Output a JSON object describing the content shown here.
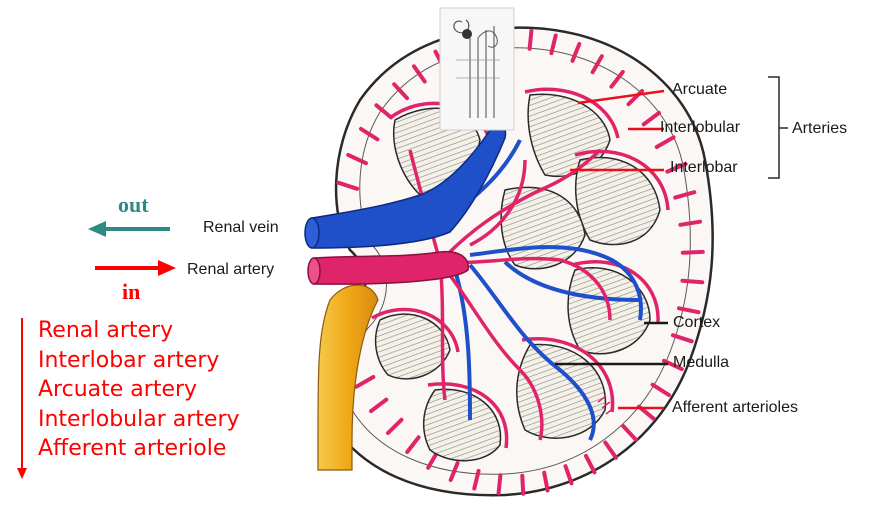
{
  "flow": {
    "out_label": "out",
    "in_label": "in",
    "out_color": "#2e8b84",
    "in_color": "#ff0000"
  },
  "vessel_labels": {
    "renal_vein": "Renal vein",
    "renal_artery": "Renal artery"
  },
  "right_labels": {
    "arcuate": "Arcuate",
    "interlobular": "Interlobular",
    "interlobar": "Interlobar",
    "arteries_group": "Arteries",
    "cortex": "Cortex",
    "medulla": "Medulla",
    "afferent_arterioles": "Afferent arterioles"
  },
  "sequence": [
    "Renal artery",
    "Interlobar artery",
    "Arcuate artery",
    "Interlobular artery",
    "Afferent arteriole"
  ],
  "colors": {
    "artery": "#e0246a",
    "vein": "#1f4fc9",
    "ureter": "#f0b020",
    "pointer_red": "#e8101a"
  },
  "inset_image": "nephron thumbnail"
}
